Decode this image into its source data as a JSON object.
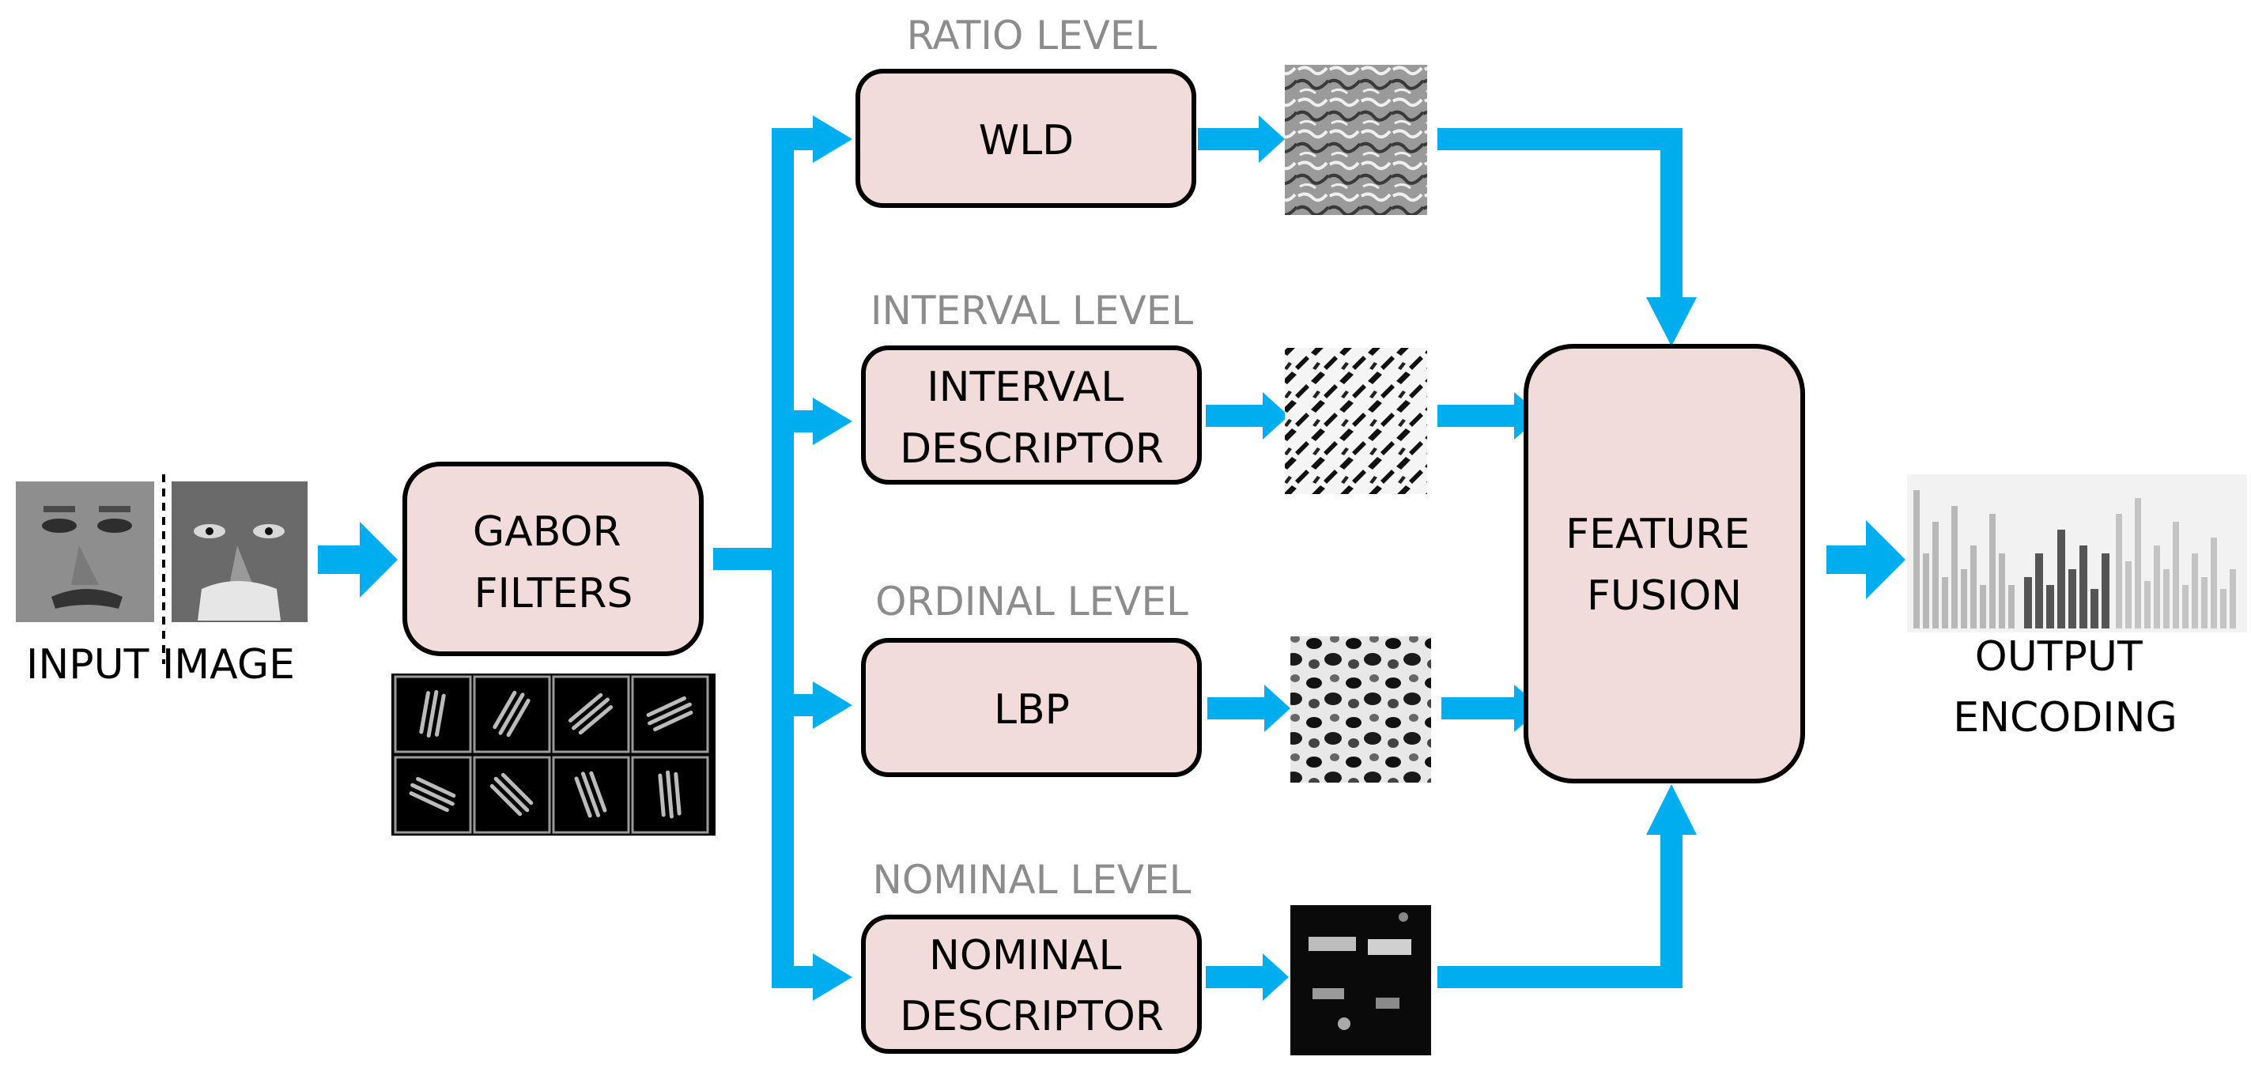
{
  "input": {
    "caption": "INPUT IMAGE"
  },
  "gabor": {
    "line1": "GABOR",
    "line2": "FILTERS"
  },
  "levels": {
    "ratio": "RATIO LEVEL",
    "interval": "INTERVAL LEVEL",
    "ordinal": "ORDINAL LEVEL",
    "nominal": "NOMINAL LEVEL"
  },
  "descriptors": {
    "wld": "WLD",
    "interval_line1": "INTERVAL",
    "interval_line2": "DESCRIPTOR",
    "lbp": "LBP",
    "nominal_line1": "NOMINAL",
    "nominal_line2": "DESCRIPTOR"
  },
  "fusion": {
    "line1": "FEATURE",
    "line2": "FUSION"
  },
  "output": {
    "line1": "OUTPUT",
    "line2": "ENCODING"
  },
  "colors": {
    "arrow": "#00aeef",
    "box_fill": "#f2dcdb",
    "box_stroke": "#000000",
    "level_text": "#8c8c8c"
  }
}
